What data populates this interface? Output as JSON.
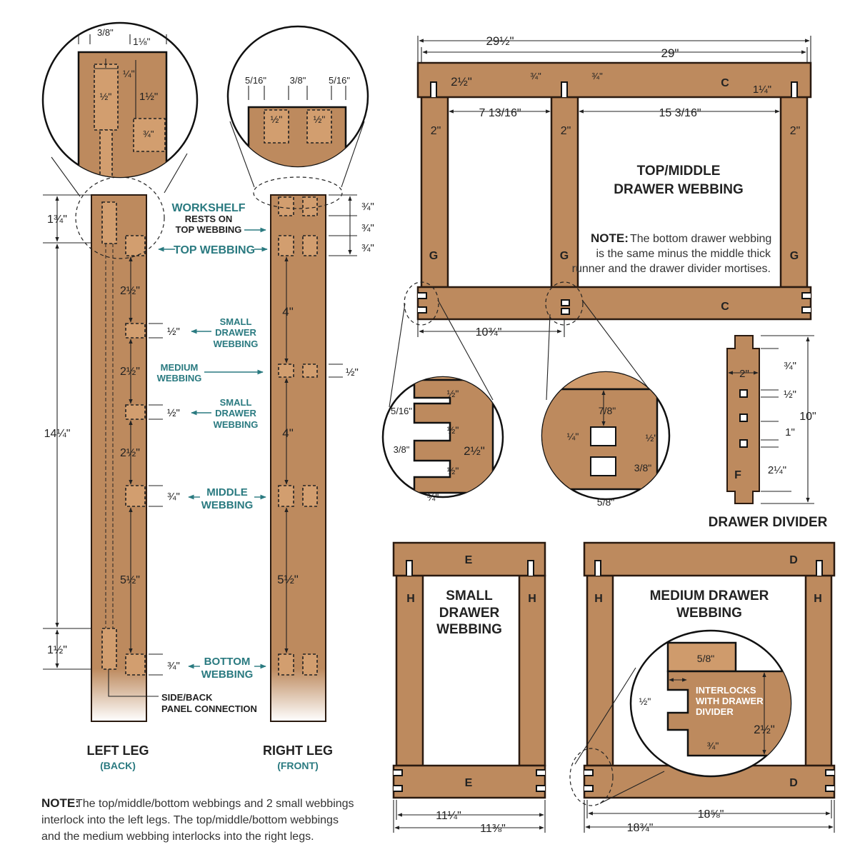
{
  "colors": {
    "wood": "#bd8a5e",
    "wood_light": "#cf9b6c",
    "teal": "#2a7a80",
    "ink": "#222222"
  },
  "left_leg": {
    "title": "LEFT LEG",
    "subtitle": "(BACK)",
    "dims": {
      "top": "1¾\"",
      "total": "14¼\"",
      "bottom": "1½\"",
      "gap1": "2½\"",
      "gap2": "2½\"",
      "gap3": "2½\"",
      "gap4": "5½\"",
      "small1": "½\"",
      "small2": "½\"",
      "middle": "¾\"",
      "bottom_mortise": "¾\""
    },
    "detail": {
      "d1": "3/8\"",
      "d2": "1⅛\"",
      "d3": "¼\"",
      "d4": "½\"",
      "d5": "1½\"",
      "d6": "¾\""
    }
  },
  "right_leg": {
    "title": "RIGHT LEG",
    "subtitle": "(FRONT)",
    "dims": {
      "a": "¾\"",
      "b": "¾\"",
      "c": "¾\"",
      "gap1": "4\"",
      "gap2": "4\"",
      "gap3": "5½\"",
      "medium": "½\""
    },
    "detail": {
      "d1": "5/16\"",
      "d2": "3/8\"",
      "d3": "5/16\"",
      "d4": "½\"",
      "d5": "½\""
    }
  },
  "callouts": {
    "workshelf": "WORKSHELF",
    "rests_on": "RESTS ON",
    "top_webbing_small": "TOP WEBBING",
    "top_webbing": "TOP WEBBING",
    "small_drawer_1": [
      "SMALL",
      "DRAWER",
      "WEBBING"
    ],
    "medium": [
      "MEDIUM",
      "WEBBING"
    ],
    "small_drawer_2": [
      "SMALL",
      "DRAWER",
      "WEBBING"
    ],
    "middle": [
      "MIDDLE",
      "WEBBING"
    ],
    "bottom": [
      "BOTTOM",
      "WEBBING"
    ],
    "side_back": [
      "SIDE/BACK",
      "PANEL CONNECTION"
    ]
  },
  "note_legs": {
    "label": "NOTE:",
    "lines": [
      "The top/middle/bottom webbings and 2 small webbings",
      "interlock into the left legs. The top/middle/bottom webbings",
      "and the medium webbing interlocks into the right legs."
    ]
  },
  "top_frame": {
    "title": [
      "TOP/MIDDLE",
      "DRAWER WEBBING"
    ],
    "part_c": "C",
    "part_g": "G",
    "dims": {
      "overall": "29½\"",
      "inner": "29\"",
      "rail": "2½\"",
      "mort1": "¾\"",
      "mort2": "¾\"",
      "tenon": "1¼\"",
      "span1": "7 13/16\"",
      "span2": "15 3/16\"",
      "leg": "2\"",
      "offset": "10¾\""
    },
    "note": {
      "label": "NOTE:",
      "lines": [
        "The bottom drawer webbing",
        "is the same minus the middle thick",
        "runner and the drawer divider mortises."
      ]
    },
    "detail_left": {
      "a": "½\"",
      "b": "5/16\"",
      "c": "½\"",
      "d": "3/8\"",
      "e": "½\"",
      "f": "2½\"",
      "g": "¾\""
    },
    "detail_right": {
      "a": "7/8\"",
      "b": "¼\"",
      "c": "½\"",
      "d": "3/8\"",
      "e": "5/8\""
    }
  },
  "drawer_divider": {
    "title": "DRAWER DIVIDER",
    "part": "F",
    "dims": {
      "a": "¾\"",
      "b": "2\"",
      "c": "½\"",
      "d": "1\"",
      "e": "2¼\"",
      "total": "10\""
    }
  },
  "small_frame": {
    "title": [
      "SMALL",
      "DRAWER",
      "WEBBING"
    ],
    "part_e": "E",
    "part_h": "H",
    "dims": {
      "inner": "11¼\"",
      "outer": "11⅜\""
    }
  },
  "medium_frame": {
    "title": [
      "MEDIUM DRAWER",
      "WEBBING"
    ],
    "part_d": "D",
    "part_h": "H",
    "dims": {
      "inner": "18⅝\"",
      "outer": "18¾\""
    },
    "detail": {
      "text": [
        "INTERLOCKS",
        "WITH DRAWER",
        "DIVIDER"
      ],
      "a": "5/8\"",
      "b": "½\"",
      "c": "2½\"",
      "d": "¾\""
    }
  }
}
